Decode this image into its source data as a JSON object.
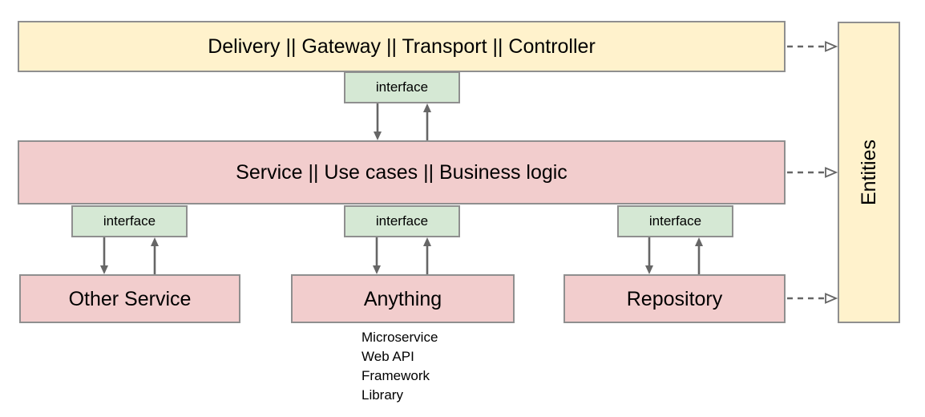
{
  "colors": {
    "layer_fill": "#FFF2CC",
    "component_fill": "#F2CDCD",
    "interface_fill": "#D5E8D4",
    "border": "#8F8F8F",
    "arrow": "#666666",
    "text": "#000000"
  },
  "diagram": {
    "top_layer": {
      "label": "Delivery || Gateway || Transport || Controller"
    },
    "middle_layer": {
      "label": "Service || Use cases || Business logic"
    },
    "entities": {
      "label": "Entities"
    },
    "interface_label": "interface",
    "bottom_nodes": [
      {
        "label": "Other Service"
      },
      {
        "label": "Anything"
      },
      {
        "label": "Repository"
      }
    ],
    "anything_examples": [
      "Microservice",
      "Web API",
      "Framework",
      "Library"
    ],
    "edges": [
      "delivery <-> interface <-> service (solid bidirectional arrows)",
      "service <-> interface <-> other-service (solid bidirectional arrows)",
      "service <-> interface <-> anything (solid bidirectional arrows)",
      "service <-> interface <-> repository (solid bidirectional arrows)",
      "delivery --> entities (dashed, open arrowhead)",
      "service --> entities (dashed, open arrowhead)",
      "repository --> entities (dashed, open arrowhead)"
    ]
  }
}
